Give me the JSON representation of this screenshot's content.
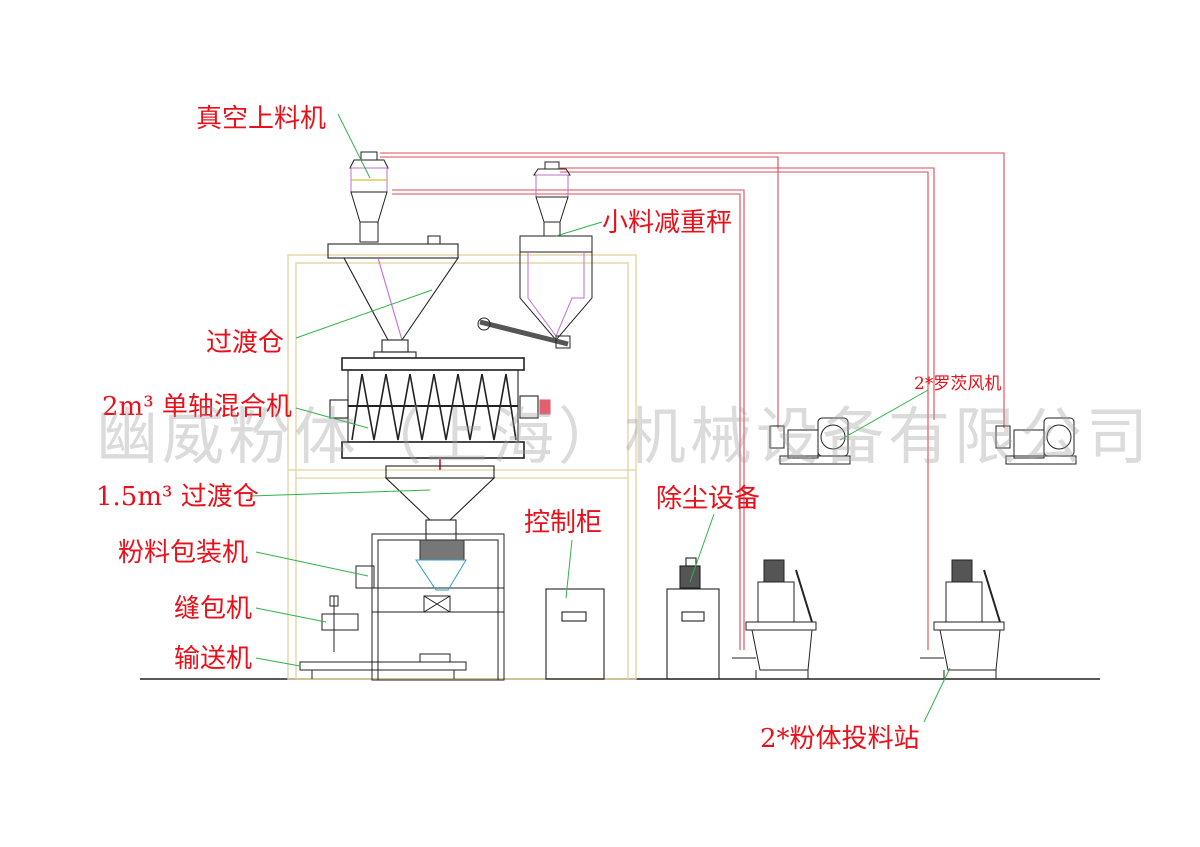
{
  "labels": {
    "vacuum_loader": "真空上料机",
    "small_weigher": "小料减重秤",
    "transition_bin": "过渡仓",
    "mixer": "2m³ 单轴混合机",
    "transition_bin_15": "1.5m³ 过渡仓",
    "packing_machine": "粉料包装机",
    "sewing_machine": "缝包机",
    "conveyor": "输送机",
    "control_cabinet": "控制柜",
    "dust_collector": "除尘设备",
    "roots_blower": "2*罗茨风机",
    "feeding_station": "2*粉体投料站"
  },
  "watermark": "幽威粉体（上海）机械设备有限公司",
  "colors": {
    "label": "#e8101a",
    "pipe": "#e04050",
    "leader": "#2fb34a",
    "frame": "#e8d8a8",
    "equipment": "#222222",
    "cyclone": "#c070d0"
  }
}
